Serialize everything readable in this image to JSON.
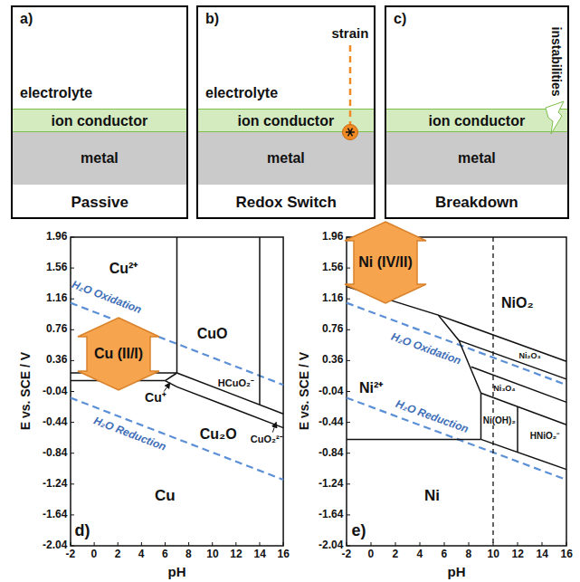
{
  "diagram": {
    "nodes": [
      {
        "text": [
          "a)",
          "electrolyte",
          "Passive"
        ]
      },
      {
        "text": [
          "ion conductor"
        ],
        "in": 0
      },
      {
        "text": [
          "metal"
        ],
        "in": 0
      },
      {
        "text": [
          "b)",
          "strain",
          "electrolyte",
          "Redox Switch"
        ]
      },
      {
        "text": [
          "ion conductor"
        ],
        "in": 3
      },
      {
        "text": [
          "metal"
        ],
        "in": 3
      },
      {
        "text": [
          "c)",
          "instabilities",
          "Breakdown"
        ]
      },
      {
        "text": [
          "ion conductor"
        ],
        "in": 6
      },
      {
        "text": [
          "metal"
        ],
        "in": 6
      },
      {
        "text": [
          "Cu (II/I)"
        ]
      },
      {
        "text": [
          "Ni (IV/II)"
        ]
      }
    ],
    "labels": [
      "1.96",
      "1.56",
      "1.16",
      "0.76",
      "0.36",
      "-0.04",
      "-0.44",
      "-0.84",
      "-1.24",
      "-1.64",
      "-2.04",
      "-2",
      "0",
      "2",
      "4",
      "6",
      "8",
      "10",
      "12",
      "14",
      "16",
      "E vs. SCE / V",
      "pH",
      "1.96",
      "1.56",
      "1.16",
      "0.76",
      "0.36",
      "-0.04",
      "-0.44",
      "-0.84",
      "-1.24",
      "-1.64",
      "-2.04",
      "-2",
      "0",
      "2",
      "4",
      "6",
      "8",
      "10",
      "12",
      "14",
      "16",
      "E vs. SCE / V",
      "pH",
      "Cu²⁺",
      "CuO",
      "HCuO₂⁻",
      "CuO₂²⁻",
      "Cu⁺",
      "Cu₂O",
      "Cu",
      "d)",
      "H₂O Oxidation",
      "H₂O Reduction",
      "Ni²⁺",
      "NiO₂",
      "Ni₂O₃",
      "Ni₃O₄",
      "Ni(OH)₂",
      "HNiO₂⁻",
      "Ni",
      "e)",
      "H₂O Oxidation",
      "H₂O Reduction"
    ]
  }
}
